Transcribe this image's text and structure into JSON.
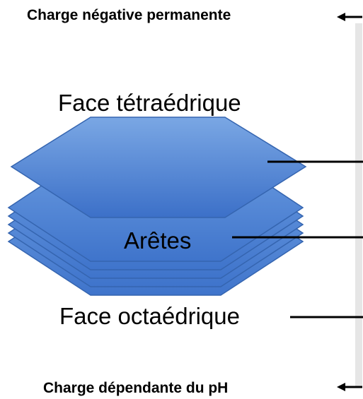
{
  "labels": {
    "top_charge": "Charge négative permanente",
    "bottom_charge": "Charge dépendante du pH",
    "face_tetrahedral": "Face tétraédrique",
    "edges": "Arêtes",
    "face_octahedral": "Face octaédrique"
  },
  "colors": {
    "hex_top_light": "#6f9fe0",
    "hex_top_dark": "#3d72c9",
    "hex_layer": "#4d86d6",
    "hex_edge": "#3565b0",
    "line": "#000000"
  },
  "diagram": {
    "shape": "stacked-hexagon-layers",
    "layer_count": 6
  }
}
